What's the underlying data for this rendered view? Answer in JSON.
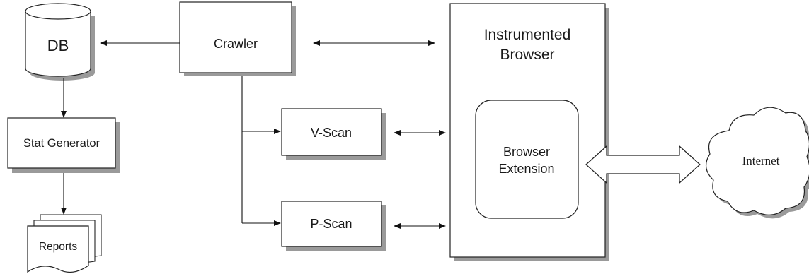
{
  "nodes": {
    "db": "DB",
    "crawler": "Crawler",
    "stat_generator": "Stat Generator",
    "reports": "Reports",
    "v_scan": "V-Scan",
    "p_scan": "P-Scan",
    "instrumented_browser": [
      "Instrumented",
      "Browser"
    ],
    "browser_extension": [
      "Browser",
      "Extension"
    ],
    "internet": "Internet"
  }
}
